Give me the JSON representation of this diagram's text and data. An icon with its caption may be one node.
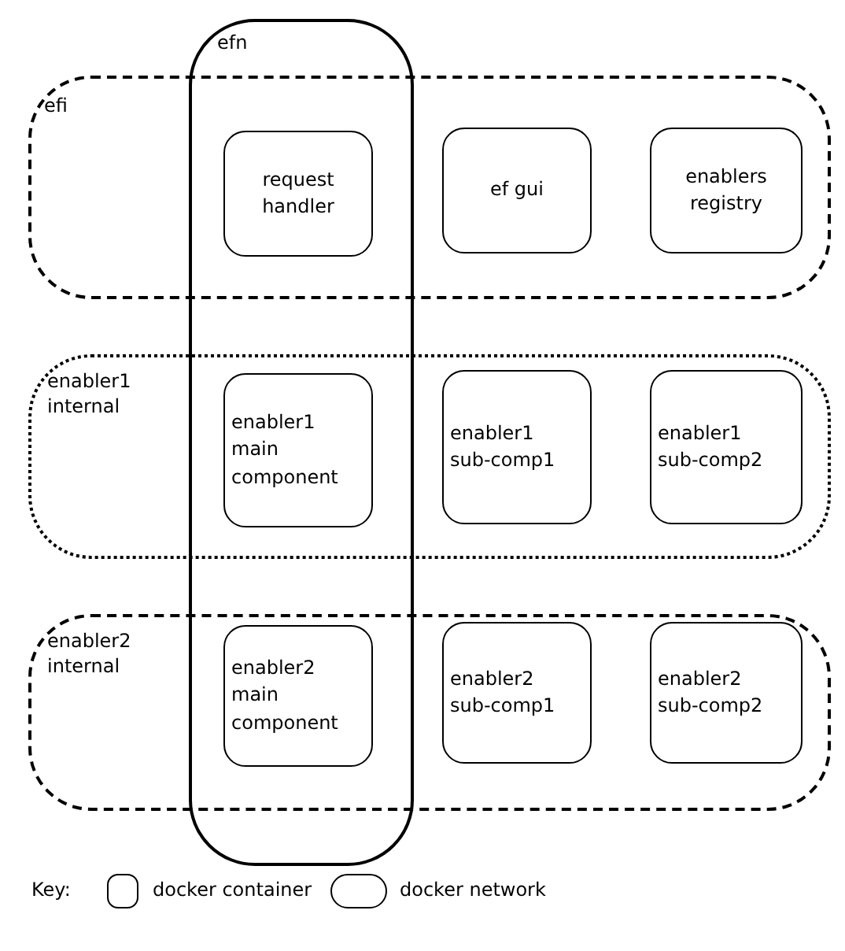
{
  "diagram": {
    "nodes": [
      {
        "text": [
          "efn"
        ]
      },
      {
        "text": [
          "efi"
        ]
      },
      {
        "text": [
          "request handler"
        ]
      },
      {
        "text": [
          "ef gui"
        ],
        "in": 1
      },
      {
        "text": [
          "enablers registry"
        ],
        "in": 1
      },
      {
        "text": [
          "enabler1 internal"
        ]
      },
      {
        "text": [
          "enabler1 main component"
        ]
      },
      {
        "text": [
          "enabler1 sub-comp1"
        ],
        "in": 5
      },
      {
        "text": [
          "enabler1 sub-comp2"
        ],
        "in": 5
      },
      {
        "text": [
          "enabler2 internal"
        ]
      },
      {
        "text": [
          "enabler2 main component"
        ]
      },
      {
        "text": [
          "enabler2 sub-comp1"
        ],
        "in": 9
      },
      {
        "text": [
          "enabler2 sub-comp2"
        ],
        "in": 9
      }
    ],
    "labels": [
      "Key:"
    ],
    "legend": [
      {
        "text": "docker container"
      },
      {
        "text": "docker network"
      }
    ]
  }
}
